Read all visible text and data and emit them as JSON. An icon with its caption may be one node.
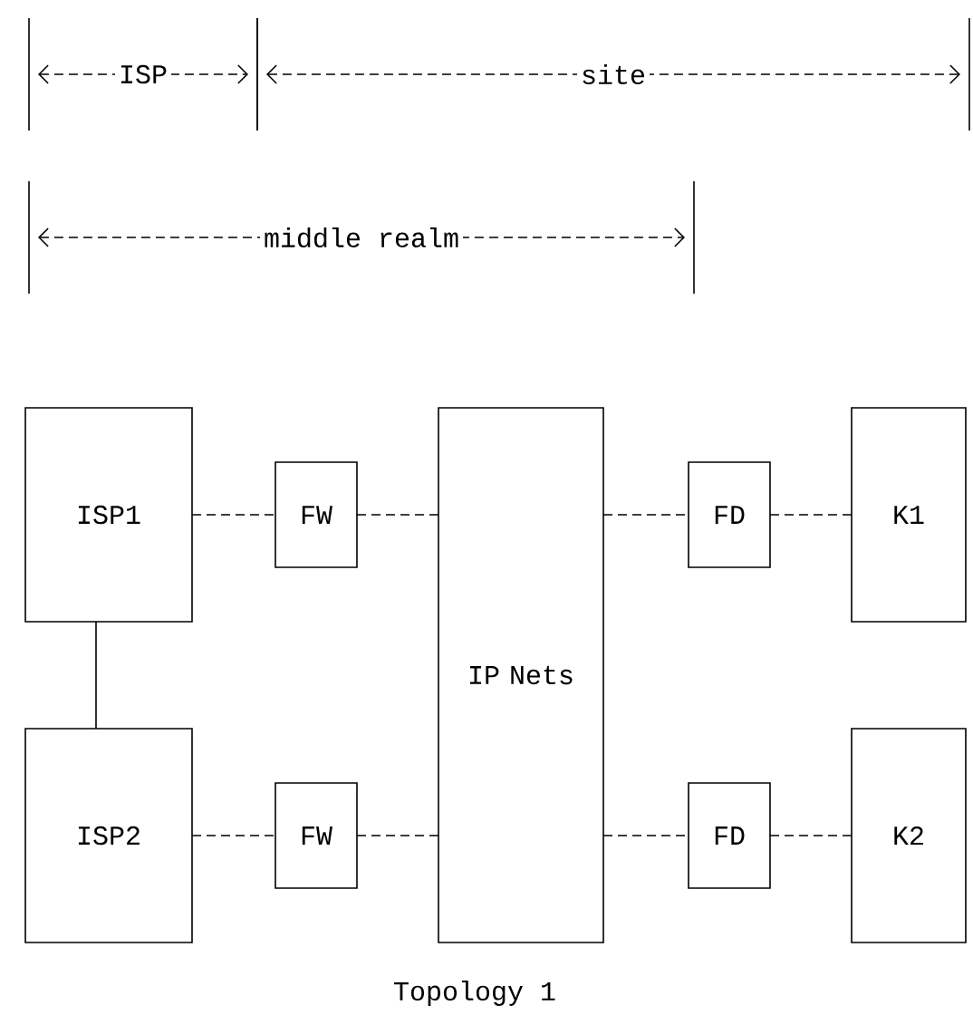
{
  "diagram": {
    "caption": "Topology 1",
    "nodes": [
      {
        "text": [
          "ISP1"
        ]
      },
      {
        "text": [
          "ISP2"
        ]
      },
      {
        "text": [
          "FW"
        ]
      },
      {
        "text": [
          "FW"
        ]
      },
      {
        "text": [
          "IP Nets"
        ]
      },
      {
        "text": [
          "FD"
        ]
      },
      {
        "text": [
          "FD"
        ]
      },
      {
        "text": [
          "K1"
        ]
      },
      {
        "text": [
          "K2"
        ]
      }
    ],
    "edges": [
      {
        "from": 0,
        "to": 1,
        "arrow": "none"
      },
      {
        "from": 0,
        "to": 2,
        "arrow": "none",
        "style": "dashed"
      },
      {
        "from": 2,
        "to": 4,
        "arrow": "none",
        "style": "dashed"
      },
      {
        "from": 1,
        "to": 3,
        "arrow": "none",
        "style": "dashed"
      },
      {
        "from": 3,
        "to": 4,
        "arrow": "none",
        "style": "dashed"
      },
      {
        "from": 4,
        "to": 5,
        "arrow": "none",
        "style": "dashed"
      },
      {
        "from": 5,
        "to": 7,
        "arrow": "none",
        "style": "dashed"
      },
      {
        "from": 4,
        "to": 6,
        "arrow": "none",
        "style": "dashed"
      },
      {
        "from": 6,
        "to": 8,
        "arrow": "none",
        "style": "dashed"
      }
    ],
    "labels": [
      "ISP",
      "site",
      "middle realm"
    ]
  }
}
